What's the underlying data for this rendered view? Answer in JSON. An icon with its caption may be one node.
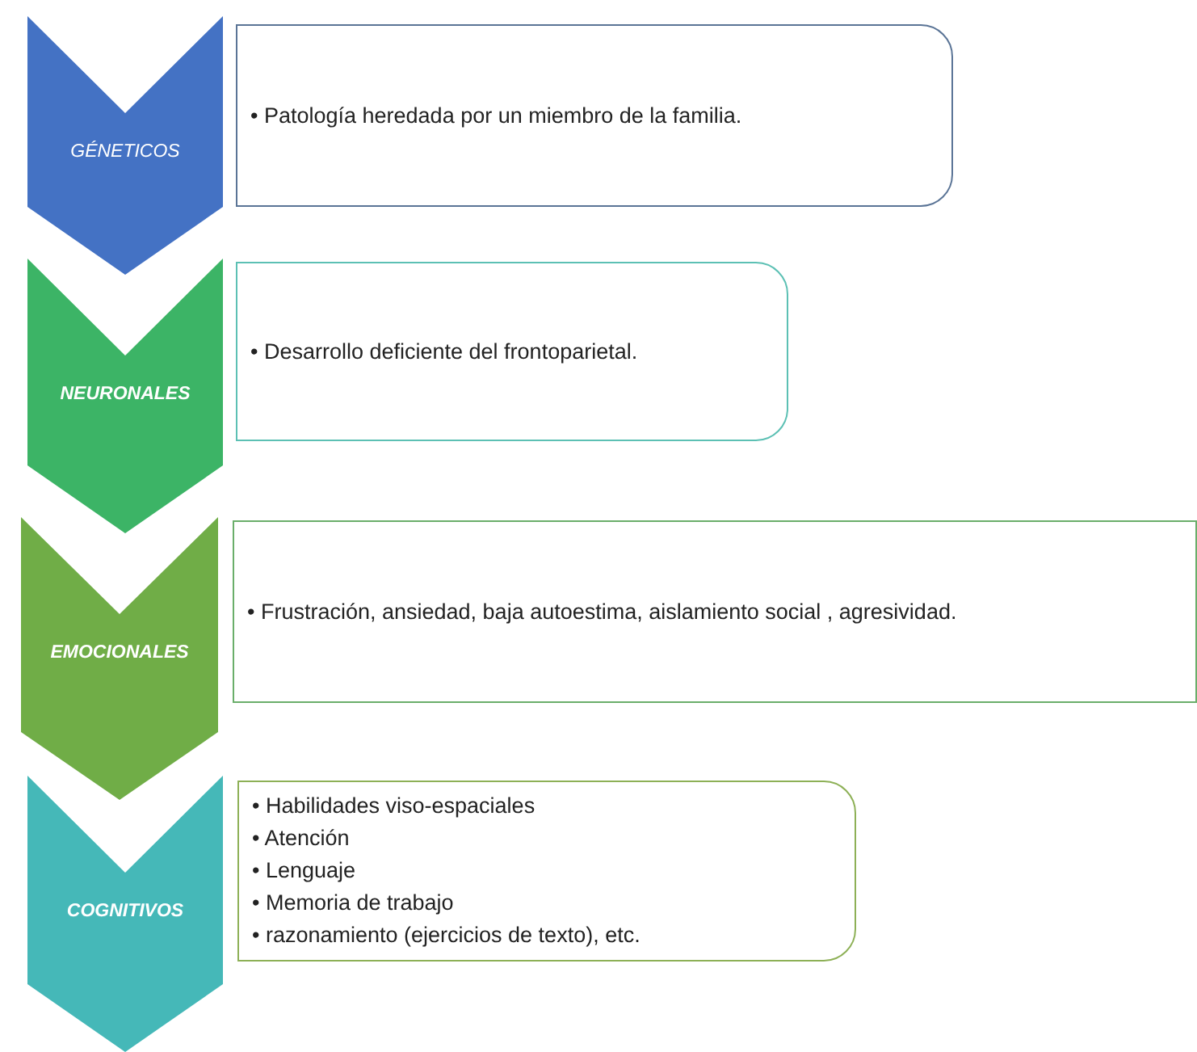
{
  "diagram": {
    "nodes": [
      {
        "text": [
          "GÉNETICOS"
        ]
      },
      {
        "text": [
          "• Patología heredada por un miembro de la familia."
        ]
      },
      {
        "text": [
          "NEURONALES"
        ]
      },
      {
        "text": [
          "• Desarrollo deficiente del frontoparietal."
        ]
      },
      {
        "text": [
          "EMOCIONALES"
        ]
      },
      {
        "text": [
          "• Frustración, ansiedad, baja autoestima, aislamiento social , agresividad."
        ]
      },
      {
        "text": [
          "COGNITIVOS"
        ]
      },
      {
        "text": [
          "• Habilidades viso-espaciales",
          "• Atención",
          "• Lenguaje",
          "• Memoria de trabajo",
          "• razonamiento (ejercicios de texto), etc."
        ]
      }
    ]
  }
}
